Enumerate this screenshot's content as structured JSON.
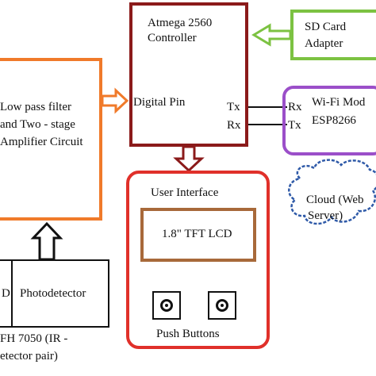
{
  "colors": {
    "controller": "#8B1A1A",
    "filter": "#F07A2A",
    "sd_card": "#7CC242",
    "wifi": "#9B4FC9",
    "cloud": "#2F5AA8",
    "ui_block": "#E0302A",
    "lcd": "#A8693A",
    "sensor": "#111111"
  },
  "controller": {
    "line1": "Atmega 2560",
    "line2": "Controller",
    "digital_pin": "Digital Pin",
    "tx": "Tx",
    "rx": "Rx"
  },
  "sd_card": {
    "line1": "SD Card",
    "line2": "Adapter"
  },
  "filter": {
    "line1": "Low pass filter",
    "line2": "and Two - stage",
    "line3": "Amplifier Circuit"
  },
  "wifi": {
    "rx": "Rx",
    "tx": "Tx",
    "line1": "Wi-Fi Mod",
    "line2": "ESP8266"
  },
  "cloud": {
    "line1": "Cloud (Web",
    "line2": "Server)"
  },
  "user_interface": {
    "title": "User Interface",
    "lcd": "1.8\" TFT LCD",
    "buttons": "Push Buttons"
  },
  "sensor": {
    "led_partial": "D",
    "photodetector": "Photodetector",
    "caption1": "FH 7050 (IR -",
    "caption2": "etector pair)"
  }
}
